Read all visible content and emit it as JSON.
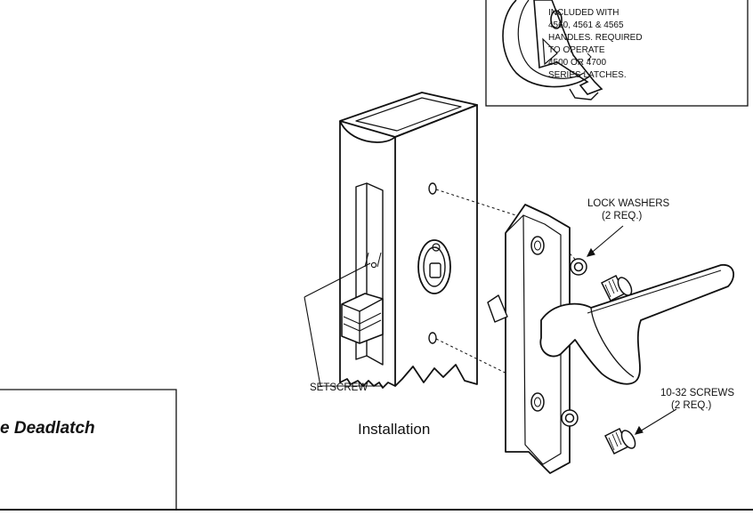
{
  "callout_box": {
    "lines": [
      "INCLUDED WITH",
      "4560, 4561 & 4565",
      "HANDLES. REQUIRED",
      "TO OPERATE",
      "4500 OR 4700",
      "SERIES LATCHES."
    ]
  },
  "labels": {
    "lock_washers": [
      "LOCK WASHERS",
      "(2 REQ.)"
    ],
    "setscrew": "SETSCREW",
    "screws": [
      "10-32 SCREWS",
      "(2 REQ.)"
    ],
    "installation": "Installation",
    "part_title": "e Deadlatch"
  }
}
